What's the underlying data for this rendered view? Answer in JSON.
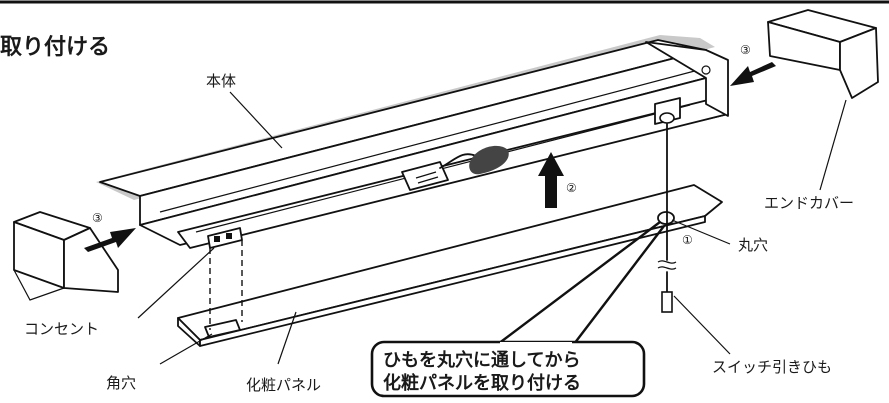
{
  "title": "取り付ける",
  "labels": {
    "body": "本体",
    "end_cover": "エンドカバー",
    "round_hole": "丸穴",
    "outlet": "コンセント",
    "square_hole": "角穴",
    "decor_panel": "化粧パネル",
    "switch_cord": "スイッチ引きひも"
  },
  "steps": {
    "step1": "①",
    "step2": "②",
    "step3_left": "③",
    "step3_right": "③"
  },
  "callout": {
    "line1": "ひもを丸穴に通してから",
    "line2": "化粧パネルを取り付ける"
  },
  "colors": {
    "shadow": "#c9c9c9",
    "housing_fill": "#ffffff",
    "cord_block": "#444444",
    "ink": "#111111"
  }
}
